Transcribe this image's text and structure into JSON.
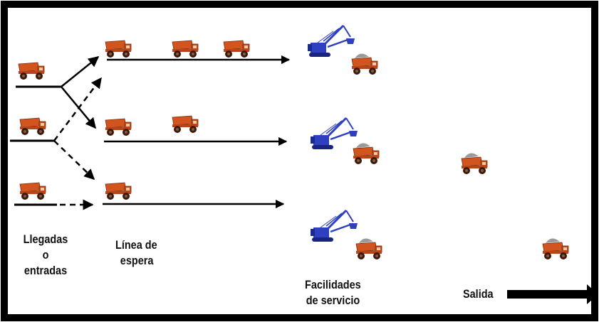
{
  "labels": {
    "arrivals": [
      "Llegadas",
      "o",
      "entradas"
    ],
    "queue": [
      "Línea de",
      "espera"
    ],
    "service": [
      "Facilidades",
      "de servicio"
    ],
    "exit": "Salida"
  },
  "colors": {
    "frame": "#000000",
    "truck_body": "#d2541f",
    "truck_dark": "#5a1e0a",
    "load": "#9a9a9a",
    "shovel": "#2e3fbf",
    "line": "#000000"
  },
  "icons": {
    "truck": "haul-truck-icon",
    "loaded_truck": "loaded-haul-truck-icon",
    "shovel": "excavator-shovel-icon"
  }
}
